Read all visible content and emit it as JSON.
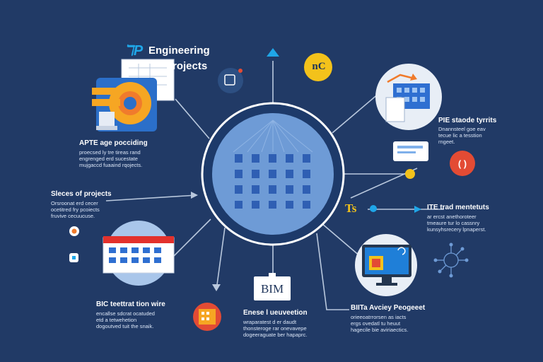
{
  "title": {
    "line1": "Engineering",
    "line2": "rojects",
    "logo": "ℸP"
  },
  "top_badge": {
    "text": "nC",
    "color": "#f3c21b"
  },
  "bim": {
    "label": "BIM"
  },
  "ts_mark": "Ts",
  "sections": {
    "top_left": {
      "heading": "APTE age pocciding",
      "lines": [
        "proecsed ly tre tireas rand",
        "engrenged erd sucestate",
        "mujgaccd fuaaind rqojects."
      ]
    },
    "mid_left": {
      "heading": "Sleces of projects",
      "lines": [
        "Orsroonat erd cecer",
        "ocetitred fry pcoiects",
        "fruvive cecuucuse."
      ]
    },
    "bottom_left": {
      "heading": "BIC teettrat tion wire",
      "lines": [
        "encallse sdcrat ocatuded",
        "etd a tetwehetion",
        "dogoutved tuit the snaik."
      ]
    },
    "bottom_center": {
      "heading": "Enese l ueuveetion",
      "lines": [
        "wraparatest d er daudt",
        "thonsteroge rar onevavepe",
        "dogeeraguate ber hapaprc."
      ]
    },
    "top_right": {
      "heading": "PIE staode tyrrits",
      "lines": [
        "Dnannsteel goe eav",
        "tecue lic a tesstion",
        "rngeet."
      ]
    },
    "mid_right": {
      "heading": "ITE trad mentetuts",
      "lines": [
        "ar ercst anethoroteer",
        "tmeaure tur lo cassnry",
        "kunsyhsrecery lpnaperst."
      ]
    },
    "bottom_right": {
      "heading": "BIITa Avciey Peogeeet",
      "lines": [
        "orieeoatrrorsen as iacts",
        "ergs ovedatl tu heuut",
        "hagecile bie aviriaectics."
      ]
    }
  },
  "colors": {
    "background": "#213a66",
    "center_circle": "#6e9bd6",
    "accent_orange": "#f07b2c",
    "accent_yellow": "#f3c21b",
    "accent_red": "#e34b34",
    "line": "#b9c8dd"
  }
}
